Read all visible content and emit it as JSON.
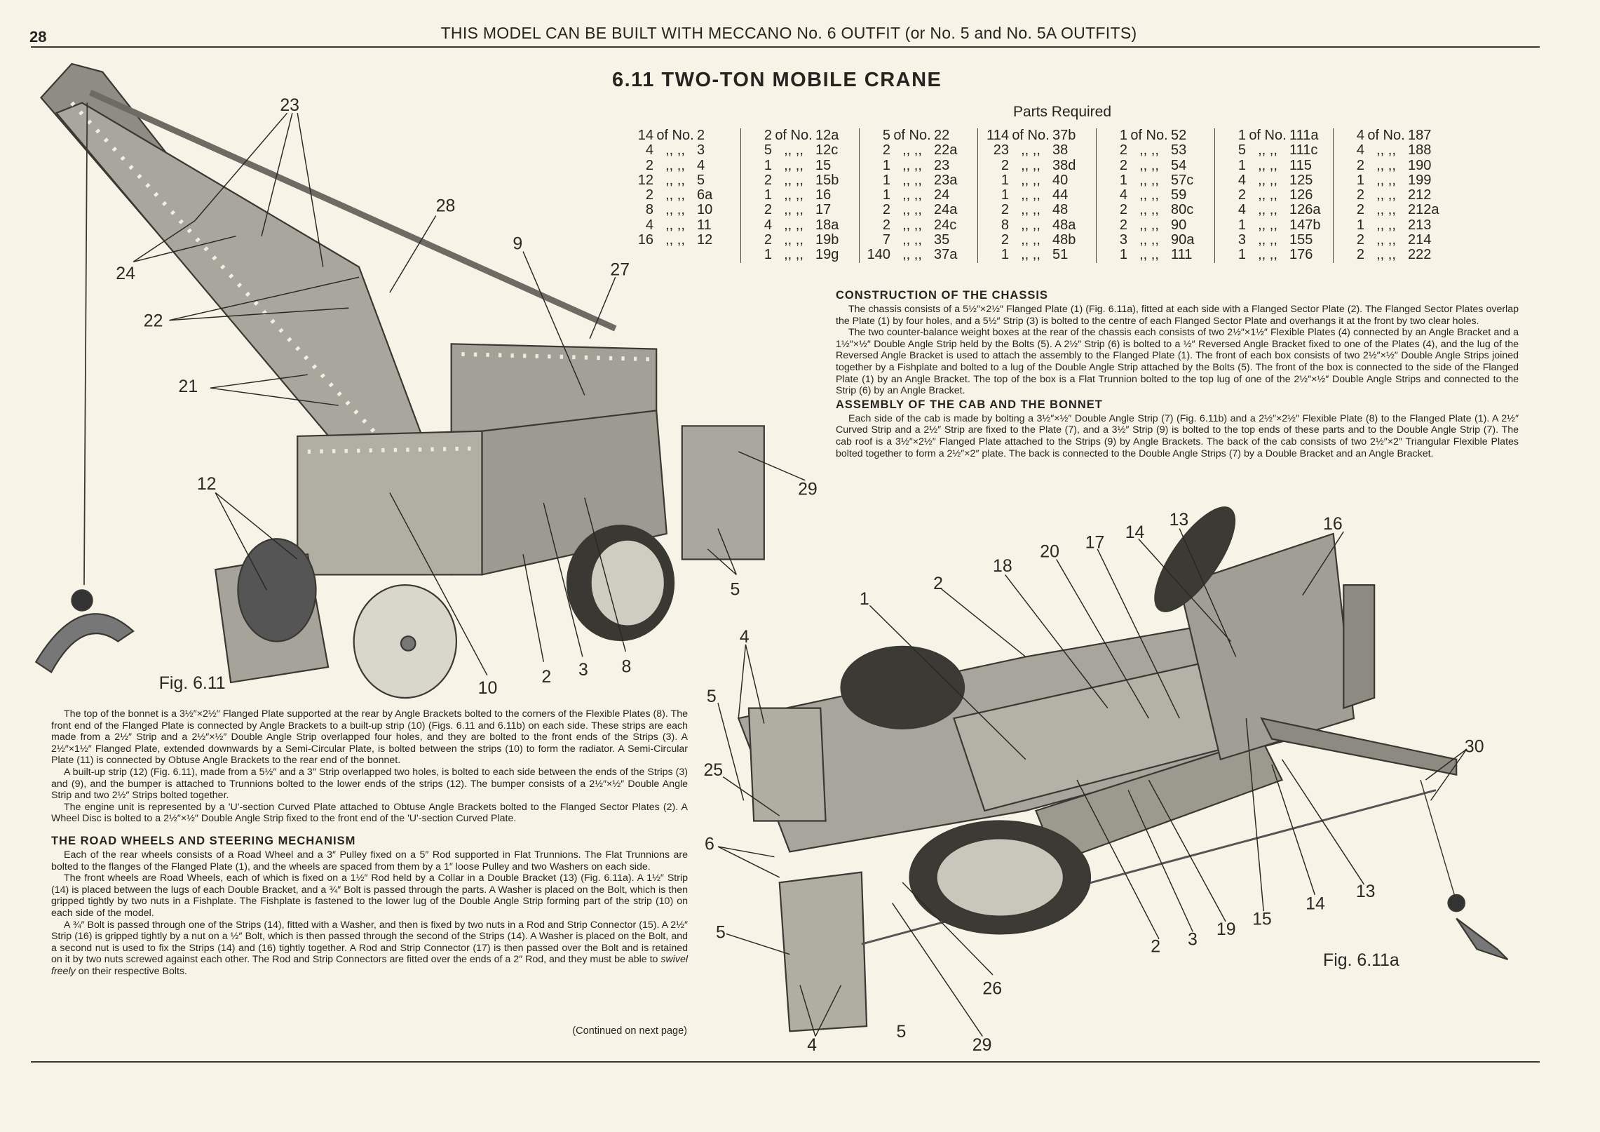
{
  "page_number": "28",
  "header": "THIS MODEL CAN BE BUILT WITH MECCANO No. 6 OUTFIT (or No. 5 and No. 5A OUTFITS)",
  "title": "6.11  TWO-TON MOBILE CRANE",
  "parts_required_label": "Parts Required",
  "parts_columns": [
    [
      [
        "14",
        "of No.",
        "2"
      ],
      [
        "4",
        ",,  ,,",
        "3"
      ],
      [
        "2",
        ",,  ,,",
        "4"
      ],
      [
        "12",
        ",,  ,,",
        "5"
      ],
      [
        "2",
        ",,  ,,",
        "6a"
      ],
      [
        "8",
        ",,  ,,",
        "10"
      ],
      [
        "4",
        ",,  ,,",
        "11"
      ],
      [
        "16",
        ",,  ,,",
        "12"
      ]
    ],
    [
      [
        "2",
        "of No.",
        "12a"
      ],
      [
        "5",
        ",,  ,,",
        "12c"
      ],
      [
        "1",
        ",,  ,,",
        "15"
      ],
      [
        "2",
        ",,  ,,",
        "15b"
      ],
      [
        "1",
        ",,  ,,",
        "16"
      ],
      [
        "2",
        ",,  ,,",
        "17"
      ],
      [
        "4",
        ",,  ,,",
        "18a"
      ],
      [
        "2",
        ",,  ,,",
        "19b"
      ],
      [
        "1",
        ",,  ,,",
        "19g"
      ]
    ],
    [
      [
        "5",
        "of No.",
        "22"
      ],
      [
        "2",
        ",,  ,,",
        "22a"
      ],
      [
        "1",
        ",,  ,,",
        "23"
      ],
      [
        "1",
        ",,  ,,",
        "23a"
      ],
      [
        "1",
        ",,  ,,",
        "24"
      ],
      [
        "2",
        ",,  ,,",
        "24a"
      ],
      [
        "2",
        ",,  ,,",
        "24c"
      ],
      [
        "7",
        ",,  ,,",
        "35"
      ],
      [
        "140",
        ",,  ,,",
        "37a"
      ]
    ],
    [
      [
        "114",
        "of No.",
        "37b"
      ],
      [
        "23",
        ",,  ,,",
        "38"
      ],
      [
        "2",
        ",,  ,,",
        "38d"
      ],
      [
        "1",
        ",,  ,,",
        "40"
      ],
      [
        "1",
        ",,  ,,",
        "44"
      ],
      [
        "2",
        ",,  ,,",
        "48"
      ],
      [
        "8",
        ",,  ,,",
        "48a"
      ],
      [
        "2",
        ",,  ,,",
        "48b"
      ],
      [
        "1",
        ",,  ,,",
        "51"
      ]
    ],
    [
      [
        "1",
        "of No.",
        "52"
      ],
      [
        "2",
        ",,  ,,",
        "53"
      ],
      [
        "2",
        ",,  ,,",
        "54"
      ],
      [
        "1",
        ",,  ,,",
        "57c"
      ],
      [
        "4",
        ",,  ,,",
        "59"
      ],
      [
        "2",
        ",,  ,,",
        "80c"
      ],
      [
        "2",
        ",,  ,,",
        "90"
      ],
      [
        "3",
        ",,  ,,",
        "90a"
      ],
      [
        "1",
        ",,  ,,",
        "111"
      ]
    ],
    [
      [
        "1",
        "of No.",
        "111a"
      ],
      [
        "5",
        ",,  ,,",
        "111c"
      ],
      [
        "1",
        ",,  ,,",
        "115"
      ],
      [
        "4",
        ",,  ,,",
        "125"
      ],
      [
        "2",
        ",,  ,,",
        "126"
      ],
      [
        "4",
        ",,  ,,",
        "126a"
      ],
      [
        "1",
        ",,  ,,",
        "147b"
      ],
      [
        "3",
        ",,  ,,",
        "155"
      ],
      [
        "1",
        ",,  ,,",
        "176"
      ]
    ],
    [
      [
        "4",
        "of No.",
        "187"
      ],
      [
        "4",
        ",,  ,,",
        "188"
      ],
      [
        "2",
        ",,  ,,",
        "190"
      ],
      [
        "1",
        ",,  ,,",
        "199"
      ],
      [
        "2",
        ",,  ,,",
        "212"
      ],
      [
        "2",
        ",,  ,,",
        "212a"
      ],
      [
        "1",
        ",,  ,,",
        "213"
      ],
      [
        "2",
        ",,  ,,",
        "214"
      ],
      [
        "2",
        ",,  ,,",
        "222"
      ]
    ]
  ],
  "chassis": {
    "heading": "CONSTRUCTION OF THE CHASSIS",
    "paragraphs": [
      "The chassis consists of a 5½″×2½″ Flanged Plate (1) (Fig. 6.11a), fitted at each side with a Flanged Sector Plate (2). The Flanged Sector Plates overlap the Plate (1) by four holes, and a 5½″ Strip (3) is bolted to the centre of each Flanged Sector Plate and overhangs it at the front by two clear holes.",
      "The two counter-balance weight boxes at the rear of the chassis each consists of two 2½″×1½″ Flexible Plates (4) connected by an Angle Bracket and a 1½″×½″ Double Angle Strip held by the Bolts (5). A 2½″ Strip (6) is bolted to a ½″ Reversed Angle Bracket fixed to one of the Plates (4), and the lug of the Reversed Angle Bracket is used to attach the assembly to the Flanged Plate (1). The front of each box consists of two 2½″×½″ Double Angle Strips joined together by a Fishplate and bolted to a lug of the Double Angle Strip attached by the Bolts (5). The front of the box is connected to the side of the Flanged Plate (1) by an Angle Bracket. The top of the box is a Flat Trunnion bolted to the top lug of one of the 2½″×½″ Double Angle Strips and connected to the Strip (6) by an Angle Bracket."
    ]
  },
  "cab": {
    "heading": "ASSEMBLY OF THE CAB AND THE BONNET",
    "paragraphs": [
      "Each side of the cab is made by bolting a 3½″×½″ Double Angle Strip (7) (Fig. 6.11b) and a 2½″×2½″ Flexible Plate (8) to the Flanged Plate (1). A 2½″ Curved Strip and a 2½″ Strip are fixed to the Plate (7), and a 3½″ Strip (9) is bolted to the top ends of these parts and to the Double Angle Strip (7). The cab roof is a 3½″×2½″ Flanged Plate attached to the Strips (9) by Angle Brackets. The back of the cab consists of two 2½″×2″ Triangular Flexible Plates bolted together to form a 2½″×2″ plate. The back is connected to the Double Angle Strips (7) by a Double Bracket and an Angle Bracket."
    ]
  },
  "bonnet_paragraphs": [
    "The top of the bonnet is a 3½″×2½″ Flanged Plate supported at the rear by Angle Brackets bolted to the corners of the Flexible Plates (8). The front end of the Flanged Plate is connected by Angle Brackets to a built-up strip (10) (Figs. 6.11 and 6.11b) on each side. These strips are each made from a 2½″ Strip and a 2½″×½″ Double Angle Strip overlapped four holes, and they are bolted to the front ends of the Strips (3). A 2½″×1½″ Flanged Plate, extended downwards by a Semi-Circular Plate, is bolted between the strips (10) to form the radiator. A Semi-Circular Plate (11) is connected by Obtuse Angle Brackets to the rear end of the bonnet.",
    "A built-up strip (12) (Fig. 6.11), made from a 5½″ and a 3″ Strip overlapped two holes, is bolted to each side between the ends of the Strips (3) and (9), and the bumper is attached to Trunnions bolted to the lower ends of the strips (12). The bumper consists of a 2½″×½″ Double Angle Strip and two 2½″ Strips bolted together.",
    "The engine unit is represented by a 'U'-section Curved Plate attached to Obtuse Angle Brackets bolted to the Flanged Sector Plates (2). A Wheel Disc is bolted to a 2½″×½″ Double Angle Strip fixed to the front end of the 'U'-section Curved Plate."
  ],
  "wheels": {
    "heading": "THE ROAD WHEELS AND STEERING MECHANISM",
    "paragraphs": [
      "Each of the rear wheels consists of a Road Wheel and a 3″ Pulley fixed on a 5″ Rod supported in Flat Trunnions. The Flat Trunnions are bolted to the flanges of the Flanged Plate (1), and the wheels are spaced from them by a 1″ loose Pulley and two Washers on each side.",
      "The front wheels are Road Wheels, each of which is fixed on a 1½″ Rod held by a Collar in a Double Bracket (13) (Fig. 6.11a). A 1½″ Strip (14) is placed between the lugs of each Double Bracket, and a ¾″ Bolt is passed through the parts. A Washer is placed on the Bolt, which is then gripped tightly by two nuts in a Fishplate. The Fishplate is fastened to the lower lug of the Double Angle Strip forming part of the strip (10) on each side of the model.",
      "A ¾″ Bolt is passed through one of the Strips (14), fitted with a Washer, and then is fixed by two nuts in a Rod and Strip Connector (15). A 2½″ Strip (16) is gripped tightly by a nut on a ½″ Bolt, which is then passed through the second of the Strips (14). A Washer is placed on the Bolt, and a second nut is used to fix the Strips (14) and (16) tightly together. A Rod and Strip Connector (17) is then passed over the Bolt and is retained on it by two nuts screwed against each other. The Rod and Strip Connectors are fitted over the ends of a 2″ Rod, and they must be able to ",
      "swivel freely",
      " on their respective Bolts."
    ]
  },
  "continued": "(Continued on next page)",
  "fig1": {
    "caption": "Fig. 6.11",
    "callouts": [
      "23",
      "28",
      "9",
      "27",
      "24",
      "22",
      "21",
      "12",
      "29",
      "5",
      "10",
      "2",
      "3",
      "8"
    ]
  },
  "fig2": {
    "caption": "Fig. 6.11a",
    "callouts": [
      "13",
      "16",
      "14",
      "17",
      "20",
      "18",
      "2",
      "1",
      "4",
      "5",
      "25",
      "6",
      "30",
      "13",
      "14",
      "15",
      "19",
      "3",
      "2",
      "5",
      "26",
      "4",
      "5",
      "29"
    ]
  }
}
